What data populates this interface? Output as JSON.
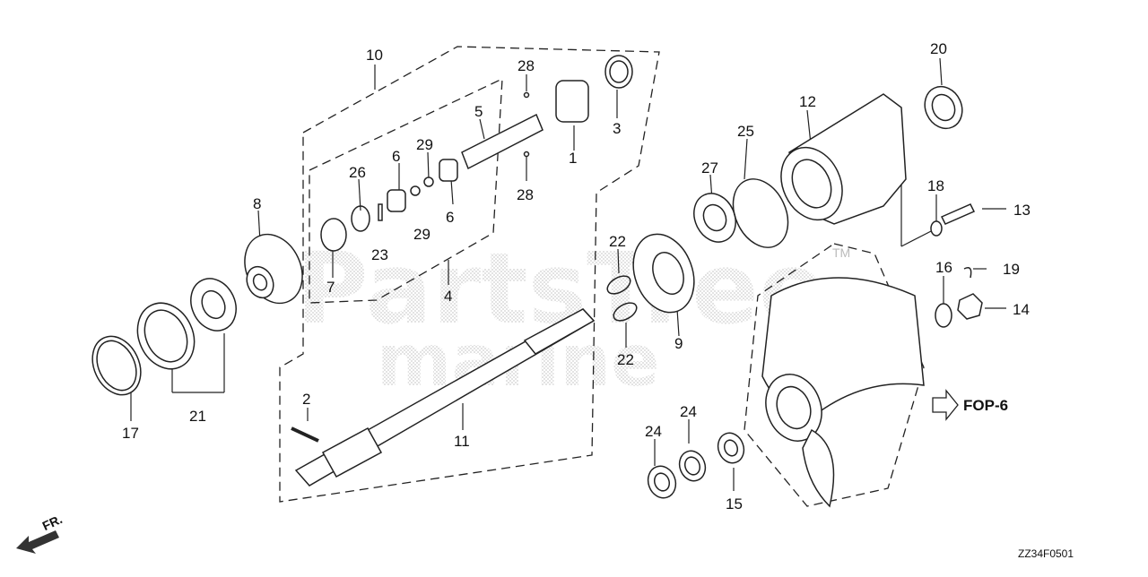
{
  "diagram": {
    "watermark_top": "PartsTree",
    "watermark_tm": "TM",
    "watermark_bottom": "marine",
    "direction_arrow_text": "FR.",
    "fop_reference": "FOP-6",
    "drawing_code": "ZZ34F0501",
    "part_labels": [
      "10",
      "28",
      "5",
      "1",
      "3",
      "20",
      "12",
      "29",
      "6",
      "26",
      "8",
      "6",
      "29",
      "28",
      "25",
      "27",
      "18",
      "13",
      "23",
      "7",
      "4",
      "22",
      "16",
      "19",
      "9",
      "14",
      "22",
      "17",
      "21",
      "2",
      "11",
      "24",
      "24",
      "15"
    ]
  }
}
